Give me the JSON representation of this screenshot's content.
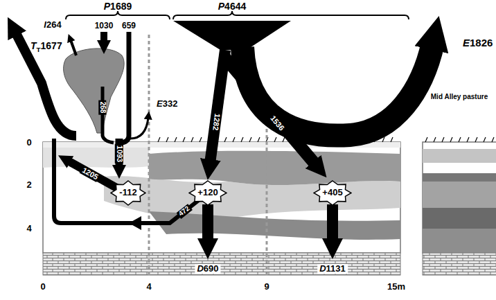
{
  "diagram": {
    "nodes": [
      {
        "text": [
          "-112"
        ]
      },
      {
        "text": [
          "+120"
        ]
      },
      {
        "text": [
          "+405"
        ]
      }
    ],
    "labels": [
      "P1689",
      "P4644",
      "TT1677",
      "I264",
      "1030",
      "659",
      "E1826",
      "E332",
      "268",
      "1093",
      "1205",
      "1282",
      "1536",
      "472",
      "D690",
      "D1131",
      "Mid Alley pasture",
      "0",
      "2",
      "4",
      "0",
      "4",
      "9",
      "15m"
    ]
  }
}
